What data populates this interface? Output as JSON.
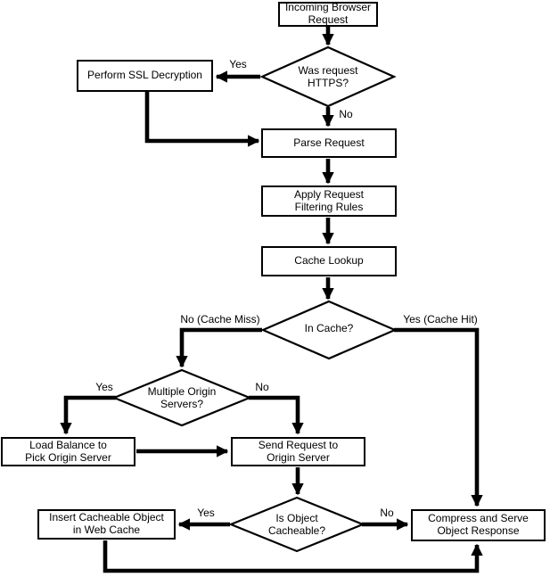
{
  "diagram": {
    "type": "flowchart",
    "topic": "Web cache request handling flow"
  },
  "nodes": {
    "incoming_browser_request": "Incoming Browser\nRequest",
    "was_request_https": "Was request\nHTTPS?",
    "perform_ssl_decryption": "Perform SSL Decryption",
    "parse_request": "Parse Request",
    "apply_request_filtering_rules": "Apply Request\nFiltering Rules",
    "cache_lookup": "Cache Lookup",
    "in_cache": "In Cache?",
    "multiple_origin_servers": "Multiple Origin\nServers?",
    "load_balance_to_pick_origin_server": "Load Balance to\nPick Origin Server",
    "send_request_to_origin_server": "Send Request to\nOrigin Server",
    "is_object_cacheable": "Is Object\nCacheable?",
    "insert_cacheable_object_in_web_cache": "Insert Cacheable Object\nin Web Cache",
    "compress_and_serve_object_response": "Compress and Serve\nObject Response"
  },
  "edge_labels": {
    "https_yes": "Yes",
    "https_no": "No",
    "cache_miss": "No (Cache Miss)",
    "cache_hit": "Yes (Cache Hit)",
    "multiple_origin_yes": "Yes",
    "multiple_origin_no": "No",
    "cacheable_yes": "Yes",
    "cacheable_no": "No"
  },
  "colors": {
    "line": "#000000",
    "node_fill": "#ffffff",
    "node_border": "#000000",
    "text": "#000000",
    "background": "#ffffff"
  }
}
